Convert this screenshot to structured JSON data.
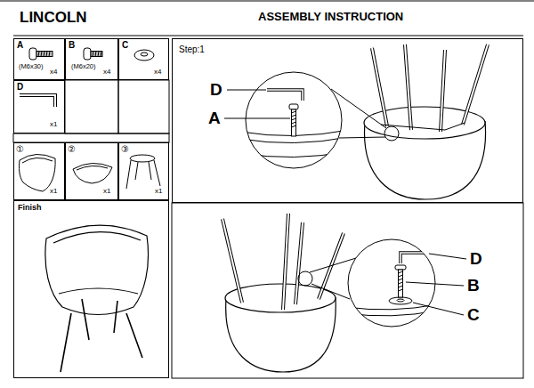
{
  "diagram": {
    "title": "LINCOLN",
    "nodes": [
      {
        "text": [
          "A",
          "(M6x30)",
          "x4"
        ]
      },
      {
        "text": [
          "B",
          "(M6x20)",
          "x4"
        ]
      },
      {
        "text": [
          "C",
          "x4"
        ]
      },
      {
        "text": [
          "D",
          "x1"
        ]
      },
      {
        "text": [
          "①",
          "x1"
        ]
      },
      {
        "text": [
          "②",
          "x1"
        ]
      },
      {
        "text": [
          "③",
          "x1"
        ]
      },
      {
        "text": [
          "Finish"
        ]
      },
      {
        "text": [
          "Step:1"
        ]
      }
    ],
    "labels": [
      "ASSEMBLY INSTRUCTION",
      "D",
      "A",
      "D",
      "B",
      "C"
    ]
  }
}
